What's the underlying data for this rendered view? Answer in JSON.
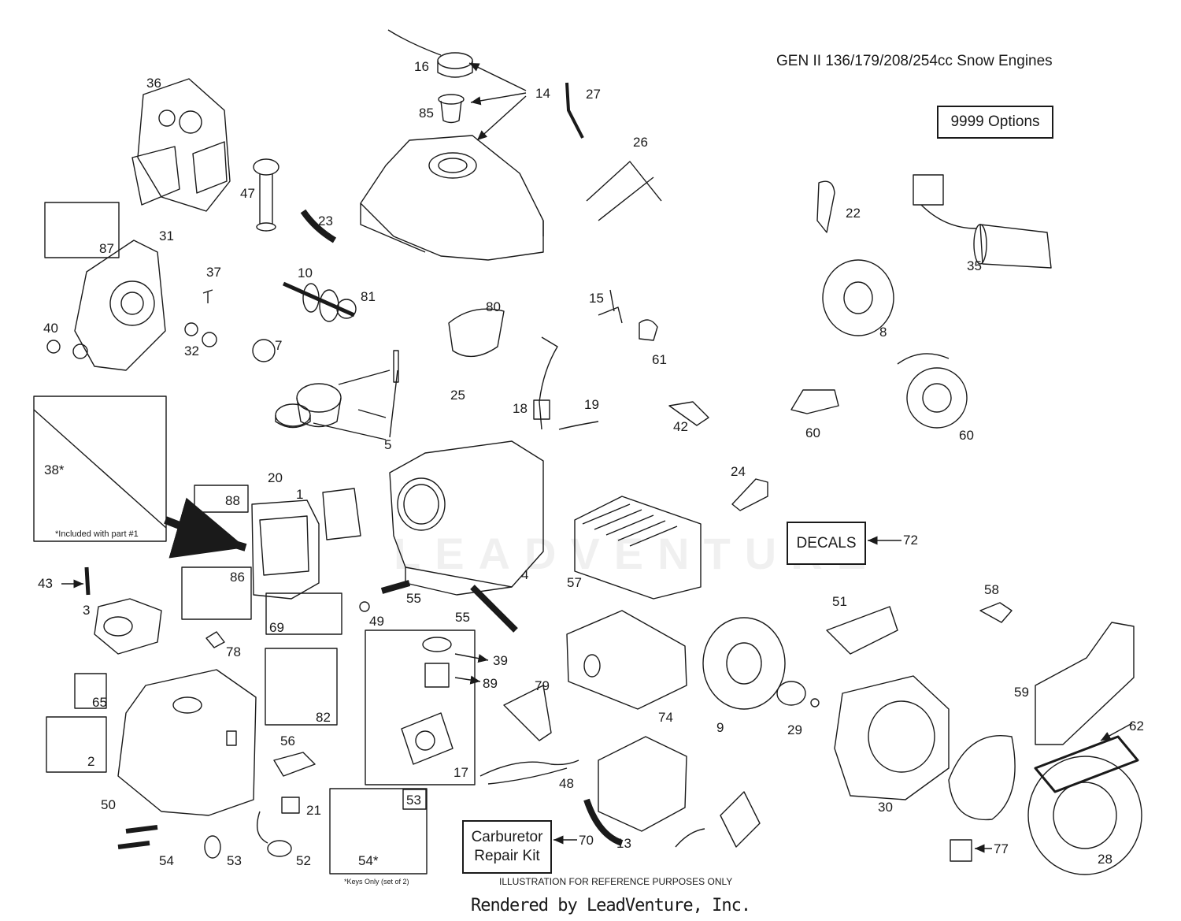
{
  "title": "GEN II 136/179/208/254cc Snow Engines",
  "options_box": "9999 Options",
  "decals_box": "DECALS",
  "carb_kit_box": [
    "Carburetor",
    "Repair Kit"
  ],
  "included_note": "*Included with part #1",
  "keys_note": "*Keys Only (set of 2)",
  "reference_note": "ILLUSTRATION FOR REFERENCE PURPOSES ONLY",
  "footer": "Rendered by LeadVenture, Inc.",
  "watermark": "LEADVENTURE",
  "callouts": [
    "1",
    "2",
    "3",
    "4",
    "5",
    "7",
    "8",
    "9",
    "10",
    "13",
    "14",
    "15",
    "16",
    "17",
    "18",
    "19",
    "20",
    "21",
    "22",
    "23",
    "24",
    "25",
    "26",
    "27",
    "28",
    "29",
    "30",
    "31",
    "32",
    "35",
    "36",
    "37",
    "38*",
    "39",
    "40",
    "42",
    "43",
    "47",
    "48",
    "49",
    "50",
    "51",
    "52",
    "53",
    "54",
    "54*",
    "55",
    "56",
    "57",
    "58",
    "59",
    "60",
    "61",
    "62",
    "65",
    "69",
    "70",
    "72",
    "74",
    "77",
    "78",
    "79",
    "80",
    "81",
    "82",
    "85",
    "86",
    "87",
    "88",
    "89"
  ]
}
